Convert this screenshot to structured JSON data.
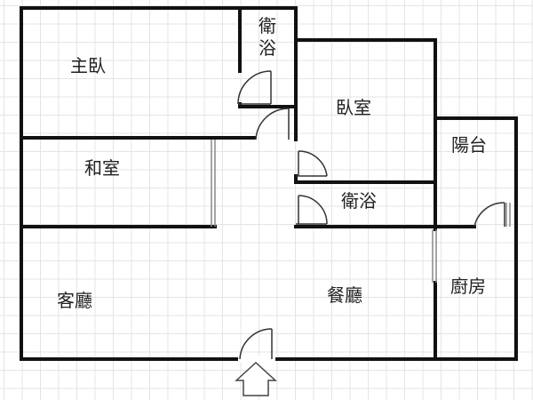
{
  "rooms": {
    "master_bedroom": "主臥",
    "master_bath_top": "衛",
    "master_bath_bottom": "浴",
    "bedroom": "臥室",
    "japanese_room": "和室",
    "bathroom": "衛浴",
    "balcony": "陽台",
    "living_room": "客廳",
    "dining_room": "餐廳",
    "kitchen": "廚房"
  },
  "colors": {
    "wall": "#111111",
    "grid": "#e4e4e4",
    "door": "#333333",
    "window": "#888888"
  },
  "icons": {
    "entrance": "up-arrow-icon"
  }
}
